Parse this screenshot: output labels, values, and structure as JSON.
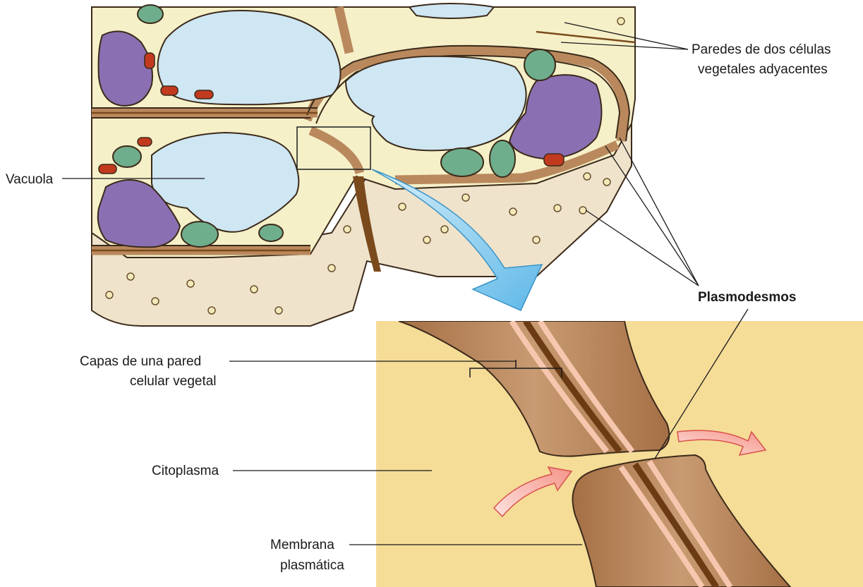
{
  "labels": {
    "walls_line1": "Paredes de dos células",
    "walls_line2": "vegetales adyacentes",
    "vacuole": "Vacuola",
    "plasmodesmata": "Plasmodesmos",
    "layers_line1": "Capas de una pared",
    "layers_line2": "celular vegetal",
    "cytoplasm": "Citoplasma",
    "membrane_line1": "Membrana",
    "membrane_line2": "plasmática"
  },
  "colors": {
    "cytoplasm": "#f6f0c8",
    "vacuole": "#cfe6f3",
    "nucleus": "#8a70b2",
    "chloroplast": "#6fae8c",
    "mitochondrion": "#c23a1e",
    "wall": "#b9895d",
    "wall_dark": "#7a4a1c",
    "tissue_side": "#efe3cc",
    "inset_background": "#f5dc97",
    "inset_wall": "#b07a4e",
    "flow_arrow": "#f7b7b0",
    "zoom_arrow": "#7fc8ef"
  }
}
